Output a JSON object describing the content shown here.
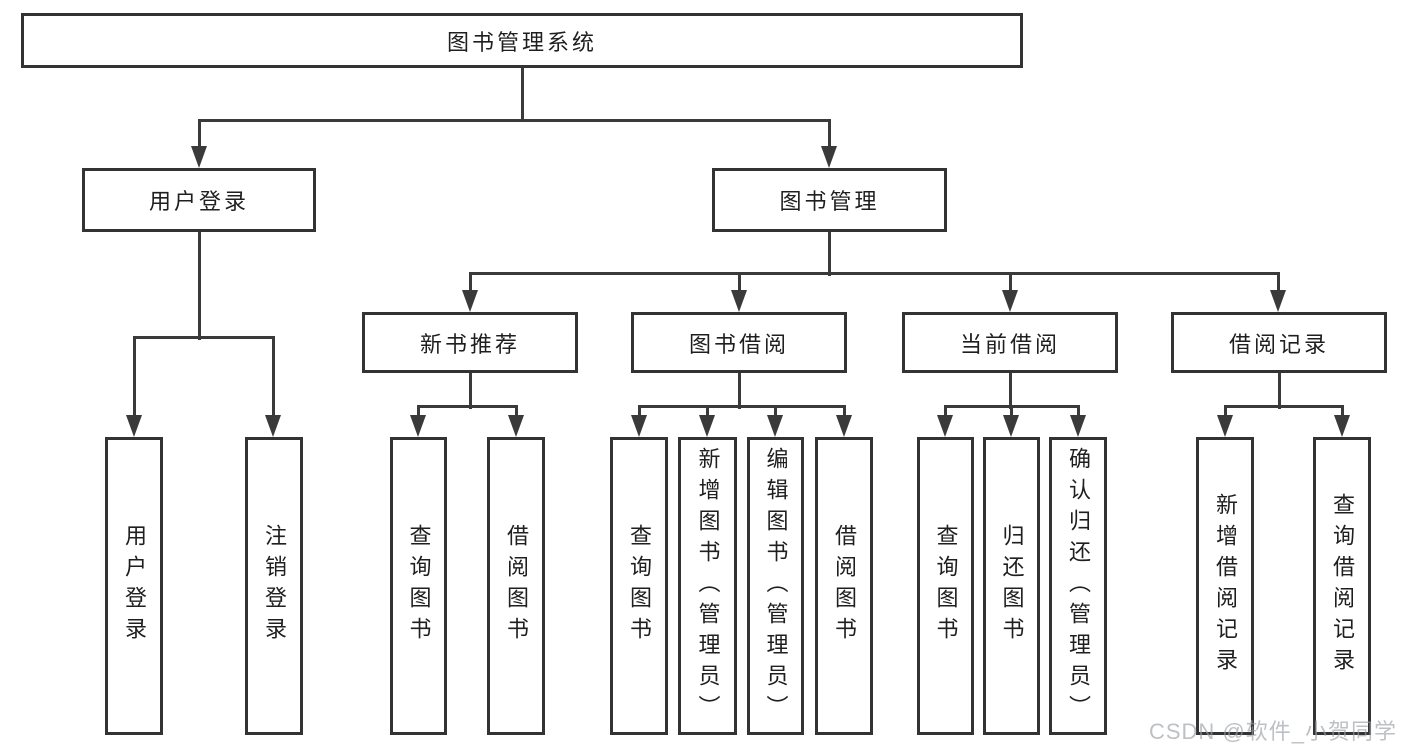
{
  "diagram": {
    "type": "hierarchy",
    "root": {
      "label": "图书管理系统"
    },
    "branches": [
      {
        "label": "用户登录",
        "children": [
          {
            "label": "用户登录"
          },
          {
            "label": "注销登录"
          }
        ]
      },
      {
        "label": "图书管理",
        "children": [
          {
            "label": "新书推荐",
            "children": [
              {
                "label": "查询图书"
              },
              {
                "label": "借阅图书"
              }
            ]
          },
          {
            "label": "图书借阅",
            "children": [
              {
                "label": "查询图书"
              },
              {
                "label": "新增图书（管理员）"
              },
              {
                "label": "编辑图书（管理员）"
              },
              {
                "label": "借阅图书"
              }
            ]
          },
          {
            "label": "当前借阅",
            "children": [
              {
                "label": "查询图书"
              },
              {
                "label": "归还图书"
              },
              {
                "label": "确认归还（管理员）"
              }
            ]
          },
          {
            "label": "借阅记录",
            "children": [
              {
                "label": "新增借阅记录"
              },
              {
                "label": "查询借阅记录"
              }
            ]
          }
        ]
      }
    ],
    "colors": {
      "line": "#3a3a3a",
      "box_border": "#333333",
      "text": "#1f1f1f",
      "background": "#ffffff",
      "watermark": "#9aa0a6"
    }
  },
  "watermark": "CSDN @软件_小贺同学"
}
